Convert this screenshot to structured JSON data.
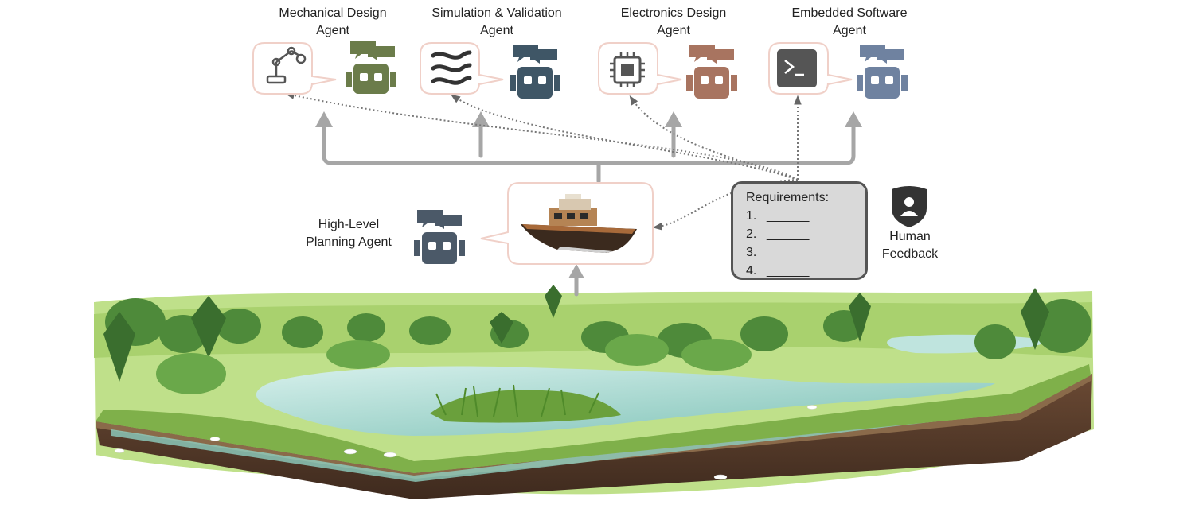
{
  "agents": [
    {
      "line1": "Mechanical Design",
      "line2": "Agent",
      "robot_color": "#6b7c4a",
      "tool_icon": "robot-arm-icon"
    },
    {
      "line1": "Simulation & Validation",
      "line2": "Agent",
      "robot_color": "#3f5666",
      "tool_icon": "waves-icon"
    },
    {
      "line1": "Electronics Design",
      "line2": "Agent",
      "robot_color": "#a87460",
      "tool_icon": "chip-icon"
    },
    {
      "line1": "Embedded Software",
      "line2": "Agent",
      "robot_color": "#6f82a0",
      "tool_icon": "terminal-icon"
    }
  ],
  "planner": {
    "line1": "High-Level",
    "line2": "Planning Agent",
    "robot_color": "#4b5968",
    "output_icon": "boat-icon"
  },
  "requirements": {
    "title": "Requirements:",
    "items": [
      {
        "num": "1.",
        "value": "______"
      },
      {
        "num": "2.",
        "value": "______"
      },
      {
        "num": "3.",
        "value": "______"
      },
      {
        "num": "4.",
        "value": "______"
      }
    ]
  },
  "human": {
    "line1": "Human",
    "line2": "Feedback",
    "icon": "user-shield-icon"
  },
  "environment": {
    "icon": "wetland-landscape-illustration"
  },
  "colors": {
    "arrow": "#a6a6a6",
    "bubble_border": "#f0d0c8",
    "dotted": "#777777"
  }
}
